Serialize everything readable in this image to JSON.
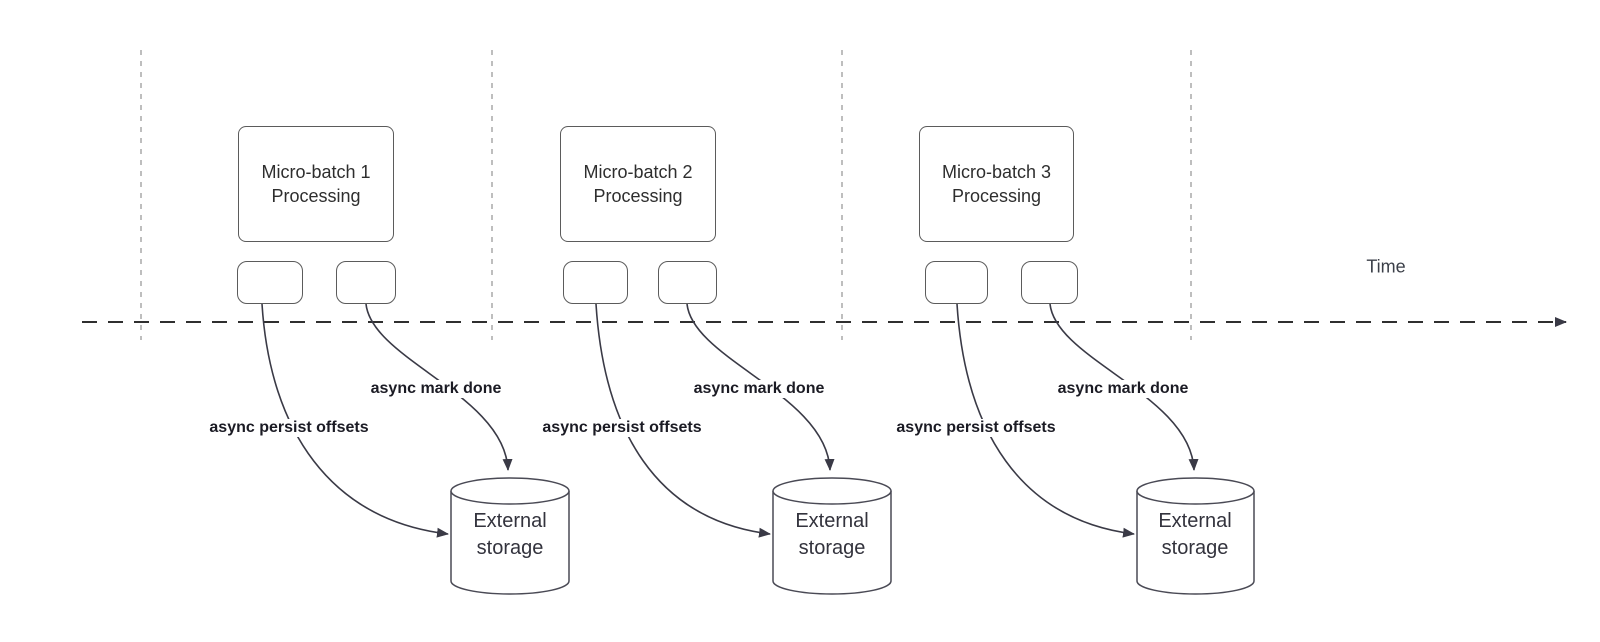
{
  "timeline": {
    "label": "Time"
  },
  "batches": [
    {
      "title": "Micro-batch 1 Processing",
      "persist_label": "async persist offsets",
      "mark_done_label": "async mark done",
      "storage_label": "External storage"
    },
    {
      "title": "Micro-batch 2 Processing",
      "persist_label": "async persist offsets",
      "mark_done_label": "async mark done",
      "storage_label": "External storage"
    },
    {
      "title": "Micro-batch 3 Processing",
      "persist_label": "async persist offsets",
      "mark_done_label": "async mark done",
      "storage_label": "External storage"
    }
  ],
  "colors": {
    "axis_line": "#2f2f2f",
    "gridline": "#a8a8a8",
    "shape_border": "#5b5b5b",
    "arrow": "#3a3a46",
    "label_text": "#1b1b24",
    "box_text": "#2e2e2e"
  }
}
